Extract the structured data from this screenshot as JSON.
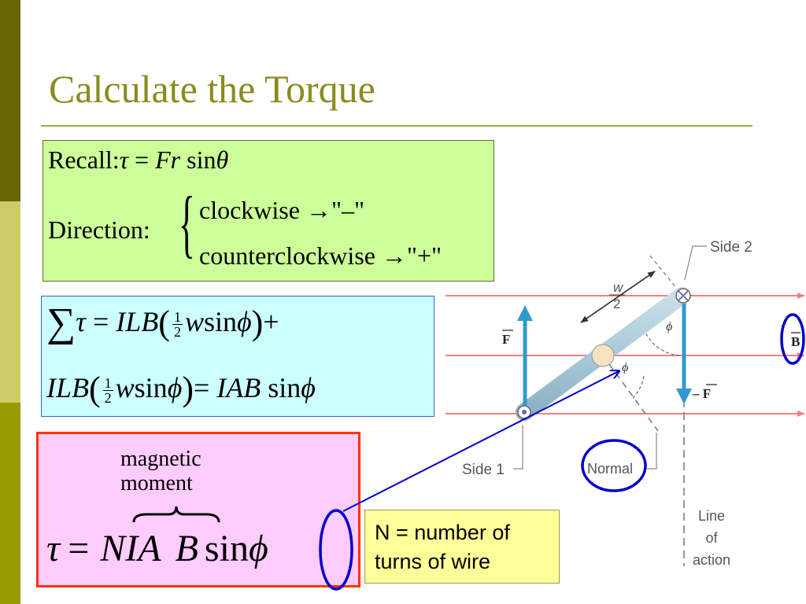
{
  "slide": {
    "title": "Calculate the Torque"
  },
  "recall_box": {
    "recall_label": "Recall",
    "recall_colon": ":",
    "tau": "τ",
    "eq": "=",
    "F": "F",
    "r": "r",
    "sin": "sin",
    "theta": "θ",
    "direction_label": "Direction",
    "direction_colon": ":",
    "brace": "{",
    "clockwise": "clockwise",
    "clockwise_arrow": "→",
    "clockwise_sign": "\"–\"",
    "counterclockwise": "counterclockwise",
    "counterclockwise_arrow": "→",
    "counterclockwise_sign": "\"+\""
  },
  "sum_box": {
    "sigma": "∑",
    "tau": "τ",
    "eq1": "=",
    "ILB1": "ILB",
    "open1": "(",
    "half_num1": "1",
    "half_den1": "2",
    "w1": "w",
    "sin1": "sin",
    "phi1": "ϕ",
    "close1": ")",
    "plus": "+",
    "ILB2": "ILB",
    "open2": "(",
    "half_num2": "1",
    "half_den2": "2",
    "w2": "w",
    "sin2": "sin",
    "phi2": "ϕ",
    "close2": ")",
    "eq2": "=",
    "IAB": "IAB",
    "sin3": "sin",
    "phi3": "ϕ"
  },
  "moment_box": {
    "magnetic": "magnetic",
    "moment": "moment",
    "tau": "τ",
    "eq": "=",
    "NIA": "NIA",
    "B": "B",
    "sin": "sin",
    "phi": "ϕ"
  },
  "note_box": {
    "line1": "N = number of",
    "line2": "turns of wire"
  },
  "diagram": {
    "side2": "Side 2",
    "side1": "Side 1",
    "w_num": "w",
    "w_den": "2",
    "phi_top": "ϕ",
    "phi_mid": "ϕ",
    "F_label": "F",
    "negF_label": "– F",
    "B_label": "B",
    "normal": "Normal",
    "line": "Line",
    "of": "of",
    "action": "action"
  },
  "colors": {
    "title": "#8b8b1e",
    "field_lines": "#f08080",
    "force_arrow": "#3399cc",
    "highlight": "#0000cc",
    "pink_border": "#ff3300"
  }
}
